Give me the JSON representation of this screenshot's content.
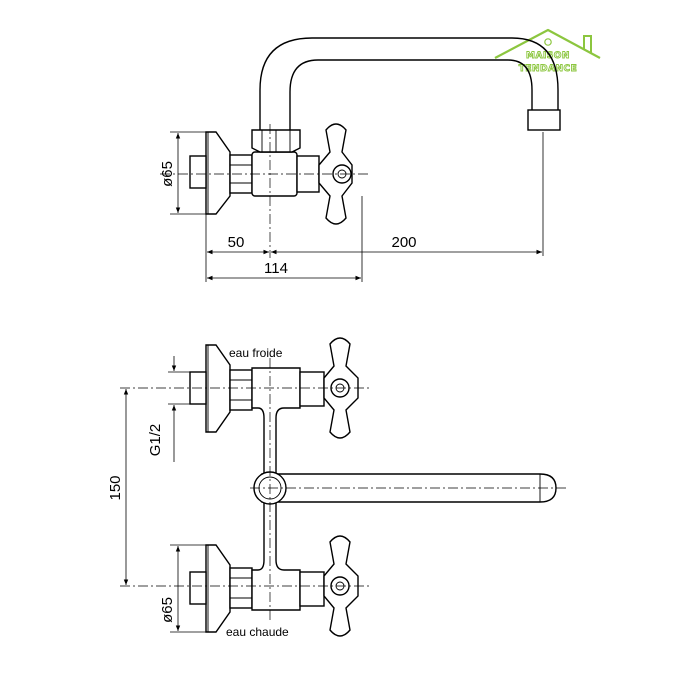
{
  "brand": {
    "line1": "MAISON",
    "line2": "TENDANCE",
    "color": "#8cc63f"
  },
  "side_view": {
    "dim_diameter": "ø65",
    "dim_offset": "50",
    "dim_total": "114",
    "dim_spout": "200"
  },
  "front_view": {
    "label_cold": "eau froide",
    "label_hot": "eau chaude",
    "dim_thread": "G1/2",
    "dim_centers": "150",
    "dim_diameter": "ø65"
  }
}
